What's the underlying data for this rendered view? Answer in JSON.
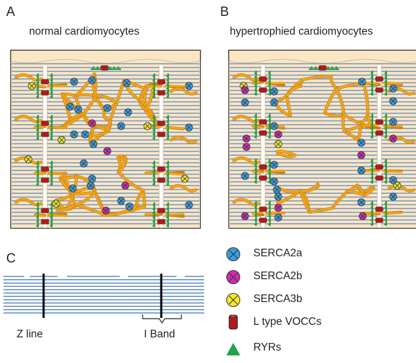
{
  "panels": {
    "a": {
      "letter": "A",
      "title": "normal cardiomyocytes"
    },
    "b": {
      "letter": "B",
      "title": "hypertrophied cardiomyocytes"
    },
    "c": {
      "letter": "C",
      "z_label": "Z line",
      "i_label": "I Band"
    }
  },
  "legend": [
    {
      "label": "SERCA2a",
      "icon": "x-circle",
      "color": "#3a9ee0"
    },
    {
      "label": "SERCA2b",
      "icon": "x-circle",
      "color": "#d12ab0"
    },
    {
      "label": "SERCA3b",
      "icon": "x-circle",
      "color": "#f2ea2a"
    },
    {
      "label": "L type VOCCs",
      "icon": "cylinder",
      "color": "#b11a1a"
    },
    {
      "label": "RYRs",
      "icon": "triangle",
      "color": "#21a346"
    }
  ],
  "colors": {
    "stripe": "#5b87c2",
    "cell": "#fbe6c4",
    "reticulum": "#f0a41e",
    "reticulum_edge": "#c9820e",
    "border": "#333333"
  }
}
